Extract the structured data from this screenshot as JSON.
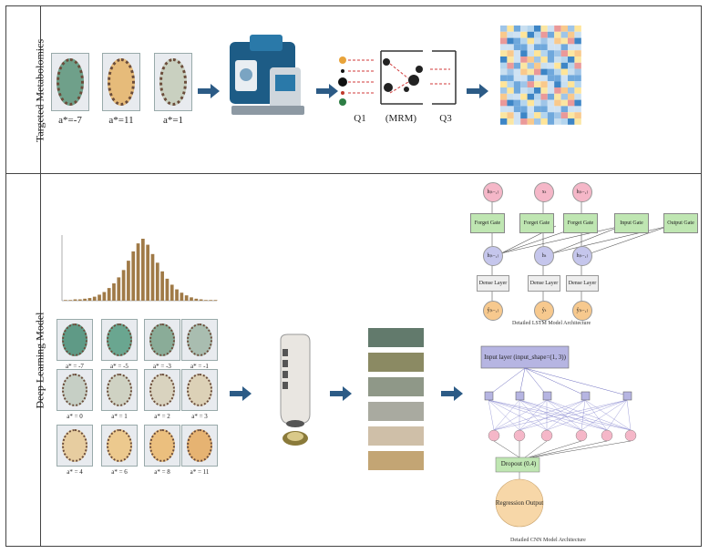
{
  "sections": {
    "top_label": "Targeted Metabolomics",
    "bottom_label": "Deep Learning Model"
  },
  "metabolomics": {
    "seed_labels": [
      "a*=-7",
      "a*=11",
      "a*=1"
    ],
    "seed_colors": [
      "#6fa08a",
      "#e6bb7a",
      "#c9d0c0"
    ],
    "mrm_labels": {
      "q1": "Q1",
      "mrm": "(MRM)",
      "q3": "Q3"
    }
  },
  "deep": {
    "grid_labels": [
      "a* = -7",
      "a* = -5",
      "a* = -3",
      "a* = -1",
      "a* = 0",
      "a* = 1",
      "a* = 2",
      "a* = 3",
      "a* = 4",
      "a* = 6",
      "a* = 8",
      "a* = 11"
    ],
    "grid_colors": [
      "#5f9a86",
      "#6aa690",
      "#8aac98",
      "#a9bdb0",
      "#c6cfc5",
      "#cfd2c3",
      "#d9d3bf",
      "#dcd1b7",
      "#e7cda0",
      "#ecc98e",
      "#ebbf7e",
      "#e6b372"
    ],
    "swatches": [
      "#627a6c",
      "#8b8a63",
      "#8f9888",
      "#a9aaa0",
      "#cfbfa8",
      "#c3a574"
    ],
    "lstm_caption": "Detailed LSTM Model Architecture",
    "cnn_caption": "Detailed CNN Model Architecture",
    "lstm": {
      "top_nodes": [
        "h₍ₜ₋₁₎",
        "xₜ",
        "h₍ₜ₋₁₎"
      ],
      "gates": [
        "Forget Gate",
        "Forget Gate",
        "Forget Gate",
        "Input Gate",
        "Output Gate"
      ],
      "mid_nodes": [
        "h₍ₜ₋₁₎",
        "hₜ",
        "h₍ₜ₋₁₎"
      ],
      "dense": [
        "Dense Layer",
        "Dense Layer",
        "Dense Layer"
      ],
      "outputs": [
        "ŷ₍ₜ₋₁₎",
        "ŷₜ",
        "ŷ₍ₜ₋₁₎"
      ]
    },
    "cnn": {
      "input": "Input layer (input_shape=(1, 3))",
      "dropout": "Dropout (0.4)",
      "output": "Regression Output"
    }
  },
  "chart_data": {
    "type": "bar",
    "values": [
      0.1,
      0.1,
      0.2,
      0.2,
      0.3,
      0.4,
      0.6,
      0.9,
      1.3,
      1.9,
      2.6,
      3.5,
      4.6,
      6.0,
      7.4,
      8.6,
      9.3,
      8.4,
      7.0,
      5.7,
      4.4,
      3.3,
      2.4,
      1.7,
      1.2,
      0.8,
      0.5,
      0.3,
      0.2,
      0.1,
      0.1,
      0.1
    ],
    "color": "#a07a47"
  }
}
